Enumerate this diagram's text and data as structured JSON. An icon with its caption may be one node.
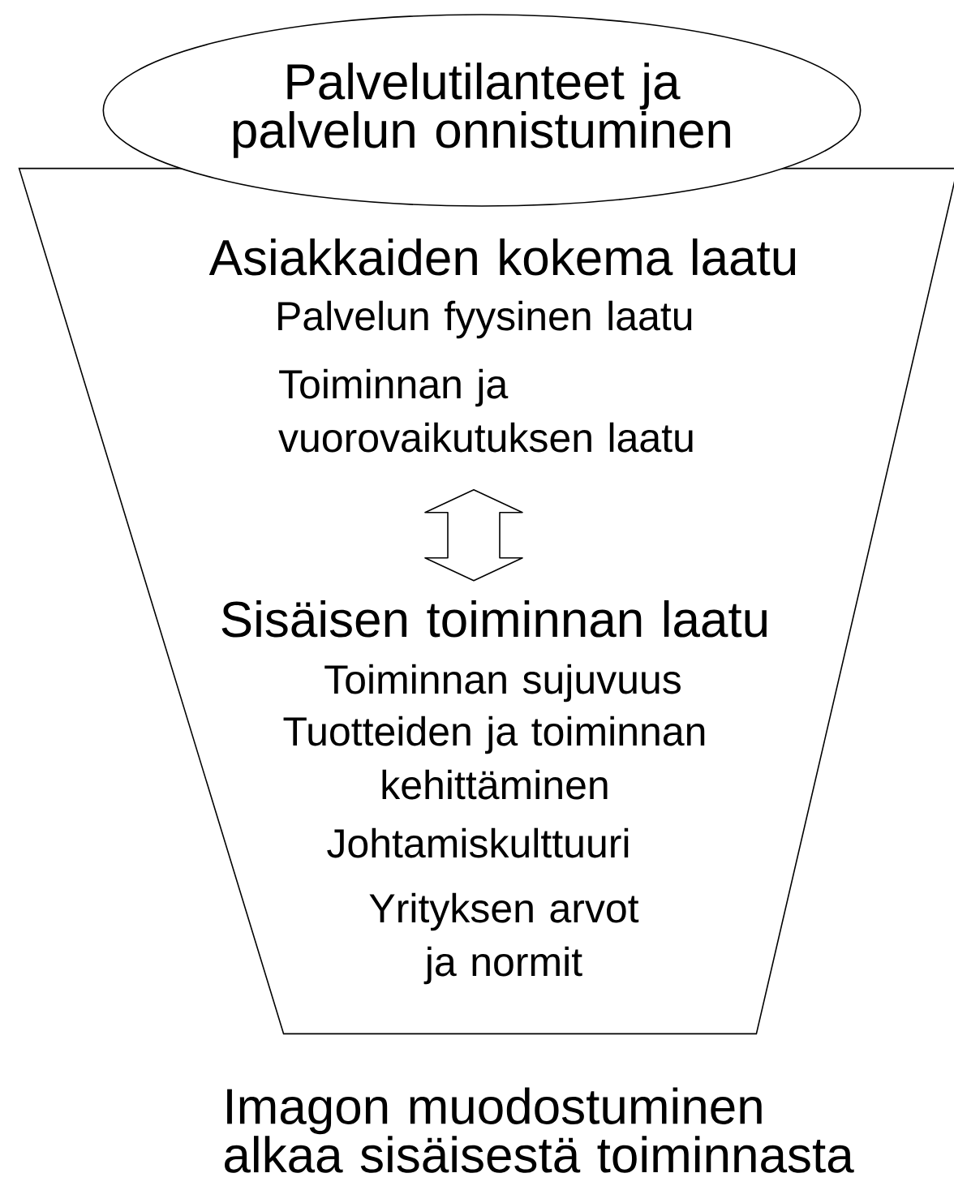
{
  "diagram": {
    "caption": "Imagon muodostuminen alkaa sisäisestä toiminnasta",
    "nodes": [
      {
        "text": [
          "Palvelutilanteet ja palvelun onnistuminen"
        ]
      },
      {
        "text": [],
        "shape": "trapezoid"
      },
      {
        "text": [
          "Asiakkaiden kokema laatu",
          "Palvelun fyysinen laatu",
          "Toiminnan ja vuorovaikutuksen laatu"
        ],
        "in": 1
      },
      {
        "text": [
          "Sisäisen toiminnan laatu",
          "Toiminnan sujuvuus",
          "Tuotteiden ja toiminnan kehittäminen",
          "Johtamiskulttuuri",
          "Yrityksen arvot ja normit"
        ],
        "in": 1
      }
    ],
    "edges": [
      {
        "from": 2,
        "to": 3,
        "arrow": "both"
      }
    ]
  }
}
